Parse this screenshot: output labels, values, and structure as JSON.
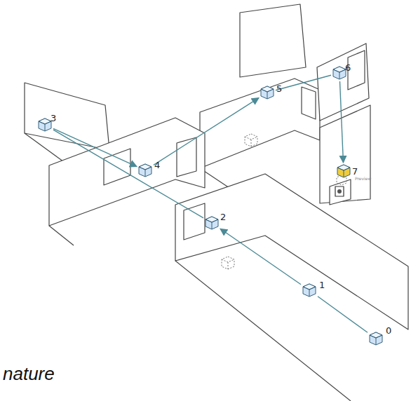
{
  "diagram": {
    "nodes": [
      {
        "text": [
          "0"
        ]
      },
      {
        "text": [
          "1"
        ]
      },
      {
        "text": [
          "2"
        ]
      },
      {
        "text": [
          "3"
        ]
      },
      {
        "text": [
          "4"
        ]
      },
      {
        "text": [
          "5"
        ]
      },
      {
        "text": [
          "6"
        ]
      },
      {
        "text": [
          "7"
        ]
      }
    ],
    "edges": [
      {
        "from": 0,
        "to": 1,
        "arrow": "none"
      },
      {
        "from": 1,
        "to": 2,
        "arrow": "to"
      },
      {
        "from": 2,
        "to": 3,
        "arrow": "none"
      },
      {
        "from": 3,
        "to": 4,
        "arrow": "to"
      },
      {
        "from": 4,
        "to": 5,
        "arrow": "to"
      },
      {
        "from": 5,
        "to": 6,
        "arrow": "none"
      },
      {
        "from": 6,
        "to": 7,
        "arrow": "to"
      }
    ],
    "labels": [
      "Preview",
      "nature"
    ]
  }
}
